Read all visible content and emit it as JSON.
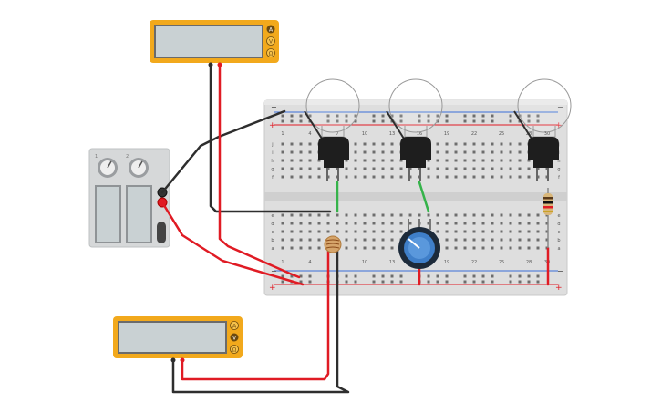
{
  "canvas": {
    "background": "#ffffff"
  },
  "colors": {
    "meter_body": "#f2a91c",
    "meter_screen": "#c9d1d3",
    "wire_red": "#e01b24",
    "wire_black": "#2e2e2e",
    "wire_green": "#35b34a",
    "breadboard": "#dcdcdc",
    "rail_red": "#e01b24",
    "rail_blue": "#3a6fd8",
    "pot_blue": "#3f7fc9",
    "supply_body": "#d6d8d9"
  },
  "multimeters": [
    {
      "id": "top",
      "modes": [
        "A",
        "V",
        "Ω"
      ]
    },
    {
      "id": "bottom",
      "modes": [
        "A",
        "V",
        "Ω"
      ]
    }
  ],
  "power_supply": {
    "knob_labels": [
      "1",
      "2"
    ],
    "terminals": [
      "+",
      "−"
    ]
  },
  "breadboard": {
    "rail_plus": "+",
    "rail_minus": "−",
    "top_rows": [
      "j",
      "i",
      "h",
      "g",
      "f"
    ],
    "bottom_rows": [
      "e",
      "d",
      "c",
      "b",
      "a"
    ],
    "columns": 30
  },
  "components": {
    "bulbs": 3,
    "phototransistors": 3,
    "photoresistor": 1,
    "potentiometer": 1,
    "resistor": 1
  }
}
